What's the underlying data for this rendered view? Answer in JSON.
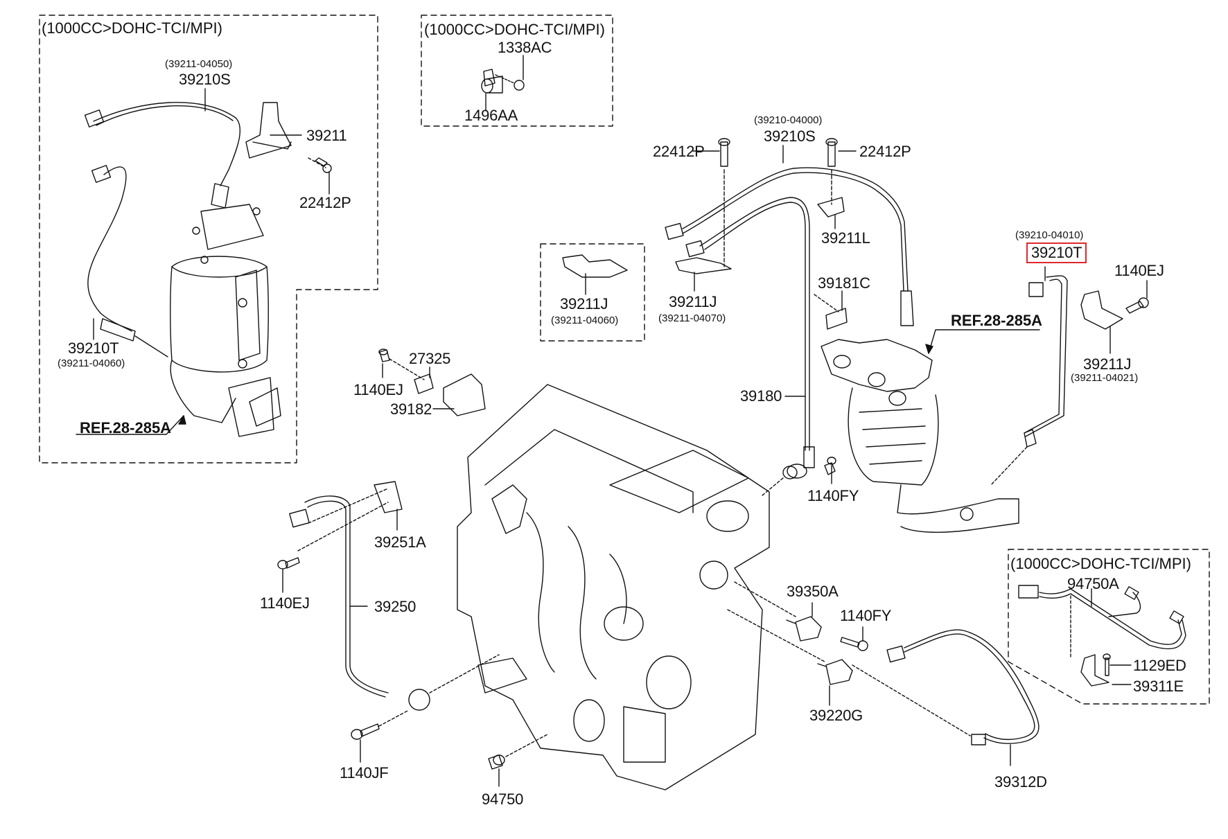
{
  "diagram": {
    "title": "Engine sensors and oxygen sensor parts diagram",
    "highlight_color": "#e0272a",
    "line_color": "#111111",
    "background_color": "#ffffff",
    "group_label": "(1000CC>DOHC-TCI/MPI)",
    "ref_label": "REF.28-285A",
    "groups": [
      {
        "id": "g1",
        "label": "(1000CC>DOHC-TCI/MPI)"
      },
      {
        "id": "g2",
        "label": "(1000CC>DOHC-TCI/MPI)"
      },
      {
        "id": "g3",
        "label": "(1000CC>DOHC-TCI/MPI)"
      }
    ],
    "parts": [
      {
        "id": "p1",
        "code": "39210S",
        "sub": "(39211-04050)"
      },
      {
        "id": "p2",
        "code": "39211",
        "sub": ""
      },
      {
        "id": "p3",
        "code": "22412P",
        "sub": ""
      },
      {
        "id": "p4",
        "code": "39210T",
        "sub": "(39211-04060)"
      },
      {
        "id": "p5",
        "code": "1338AC",
        "sub": ""
      },
      {
        "id": "p6",
        "code": "1496AA",
        "sub": ""
      },
      {
        "id": "p7",
        "code": "22412P",
        "sub": ""
      },
      {
        "id": "p8",
        "code": "39210S",
        "sub": "(39210-04000)"
      },
      {
        "id": "p9",
        "code": "22412P",
        "sub": ""
      },
      {
        "id": "p10",
        "code": "39211L",
        "sub": ""
      },
      {
        "id": "p11",
        "code": "39211J",
        "sub": "(39211-04060)"
      },
      {
        "id": "p12",
        "code": "39211J",
        "sub": "(39211-04070)"
      },
      {
        "id": "p13",
        "code": "39181C",
        "sub": ""
      },
      {
        "id": "p14",
        "code": "39210T",
        "sub": "(39210-04010)",
        "highlighted": true
      },
      {
        "id": "p15",
        "code": "1140EJ",
        "sub": ""
      },
      {
        "id": "p16",
        "code": "39211J",
        "sub": "(39211-04021)"
      },
      {
        "id": "p17",
        "code": "27325",
        "sub": ""
      },
      {
        "id": "p18",
        "code": "1140EJ",
        "sub": ""
      },
      {
        "id": "p19",
        "code": "39182",
        "sub": ""
      },
      {
        "id": "p20",
        "code": "39180",
        "sub": ""
      },
      {
        "id": "p21",
        "code": "1140FY",
        "sub": ""
      },
      {
        "id": "p22",
        "code": "39251A",
        "sub": ""
      },
      {
        "id": "p23",
        "code": "1140EJ",
        "sub": ""
      },
      {
        "id": "p24",
        "code": "39250",
        "sub": ""
      },
      {
        "id": "p25",
        "code": "1140JF",
        "sub": ""
      },
      {
        "id": "p26",
        "code": "94750",
        "sub": ""
      },
      {
        "id": "p27",
        "code": "39350A",
        "sub": ""
      },
      {
        "id": "p28",
        "code": "1140FY",
        "sub": ""
      },
      {
        "id": "p29",
        "code": "39220G",
        "sub": ""
      },
      {
        "id": "p30",
        "code": "94750A",
        "sub": ""
      },
      {
        "id": "p31",
        "code": "1129ED",
        "sub": ""
      },
      {
        "id": "p32",
        "code": "39311E",
        "sub": ""
      },
      {
        "id": "p33",
        "code": "39312D",
        "sub": ""
      }
    ],
    "refs": [
      {
        "id": "r1",
        "label": "REF.28-285A"
      },
      {
        "id": "r2",
        "label": "REF.28-285A"
      }
    ]
  }
}
